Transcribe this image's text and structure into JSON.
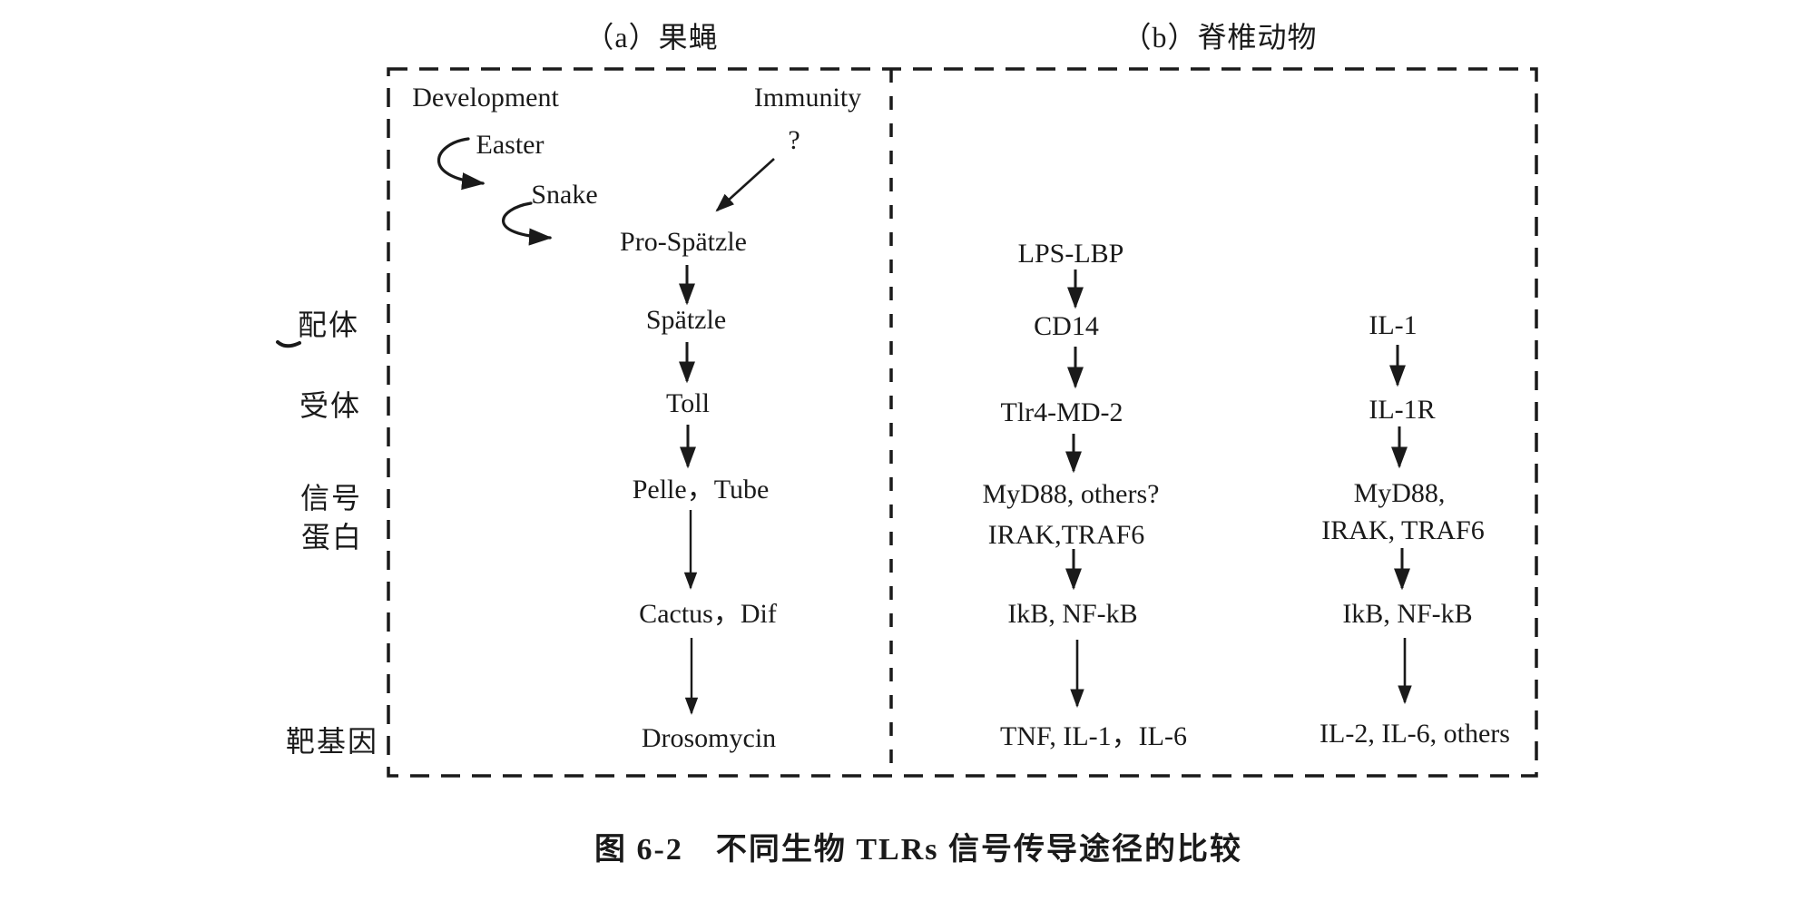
{
  "colors": {
    "ink": "#1a1a1a",
    "background": "#ffffff"
  },
  "headers": {
    "panel_a": "（a）果蝇",
    "panel_b": "（b）脊椎动物"
  },
  "row_labels": {
    "ligand": "配体",
    "receptor": "受体",
    "signal_protein_line1": "信号",
    "signal_protein_line2": "蛋白",
    "target_gene": "靶基因"
  },
  "panel_a": {
    "development": "Development",
    "immunity": "Immunity",
    "question_mark": "?",
    "easter": "Easter",
    "snake": "Snake",
    "pro_spatzle": "Pro-Spätzle",
    "spatzle": "Spätzle",
    "toll": "Toll",
    "pelle_tube": "Pelle，Tube",
    "cactus_dif": "Cactus，Dif",
    "drosomycin": "Drosomycin"
  },
  "panel_b": {
    "lps_pathway": {
      "ligand_complex": "LPS-LBP",
      "cd14": "CD14",
      "receptor": "Tlr4-MD-2",
      "adapters_line1": "MyD88, others?",
      "adapters_line2": "IRAK,TRAF6",
      "transcription_factors": "IkB, NF-kB",
      "target_genes": "TNF, IL-1，IL-6"
    },
    "il1_pathway": {
      "ligand": "IL-1",
      "receptor": "IL-1R",
      "adapters_line1": "MyD88,",
      "adapters_line2": "IRAK, TRAF6",
      "transcription_factors": "IkB, NF-kB",
      "target_genes": "IL-2, IL-6, others"
    }
  },
  "caption": "图 6-2　不同生物 TLRs 信号传导途径的比较"
}
